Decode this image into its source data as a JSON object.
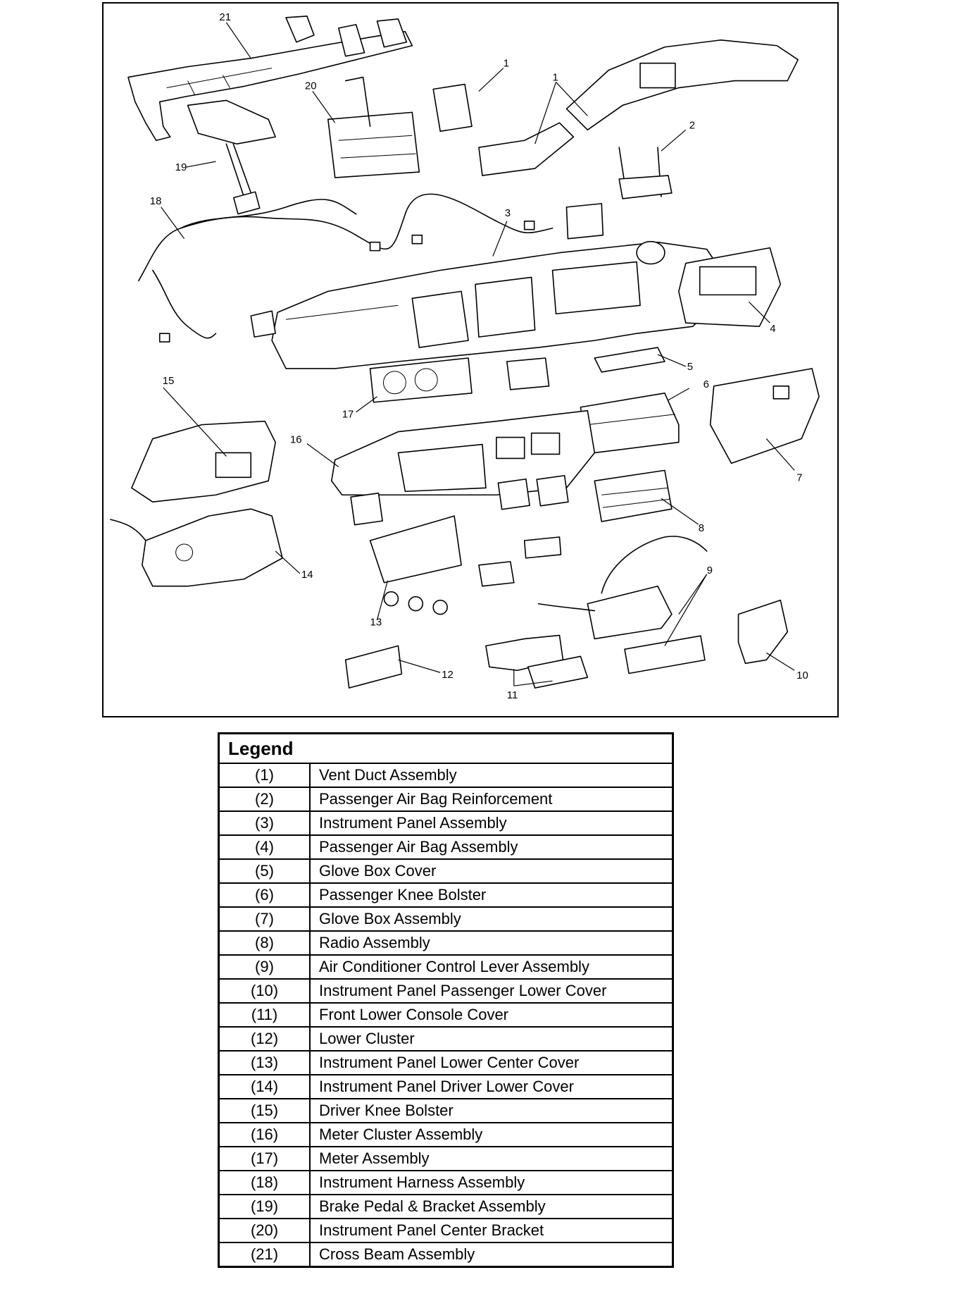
{
  "diagram": {
    "callouts": [
      "1",
      "1",
      "2",
      "3",
      "4",
      "5",
      "6",
      "7",
      "8",
      "9",
      "10",
      "11",
      "12",
      "13",
      "14",
      "15",
      "16",
      "17",
      "18",
      "19",
      "20",
      "21"
    ]
  },
  "legend": {
    "title": "Legend",
    "rows": [
      {
        "num": "(1)",
        "label": "Vent Duct Assembly"
      },
      {
        "num": "(2)",
        "label": "Passenger Air Bag Reinforcement"
      },
      {
        "num": "(3)",
        "label": "Instrument Panel Assembly"
      },
      {
        "num": "(4)",
        "label": "Passenger Air Bag Assembly"
      },
      {
        "num": "(5)",
        "label": "Glove Box Cover"
      },
      {
        "num": "(6)",
        "label": "Passenger Knee Bolster"
      },
      {
        "num": "(7)",
        "label": "Glove Box Assembly"
      },
      {
        "num": "(8)",
        "label": "Radio Assembly"
      },
      {
        "num": "(9)",
        "label": "Air Conditioner Control Lever Assembly"
      },
      {
        "num": "(10)",
        "label": "Instrument Panel Passenger Lower Cover"
      },
      {
        "num": "(11)",
        "label": "Front Lower Console Cover"
      },
      {
        "num": "(12)",
        "label": "Lower Cluster"
      },
      {
        "num": "(13)",
        "label": "Instrument Panel Lower Center Cover"
      },
      {
        "num": "(14)",
        "label": "Instrument Panel Driver Lower Cover"
      },
      {
        "num": "(15)",
        "label": "Driver Knee Bolster"
      },
      {
        "num": "(16)",
        "label": "Meter Cluster Assembly"
      },
      {
        "num": "(17)",
        "label": "Meter Assembly"
      },
      {
        "num": "(18)",
        "label": "Instrument Harness Assembly"
      },
      {
        "num": "(19)",
        "label": "Brake Pedal & Bracket Assembly"
      },
      {
        "num": "(20)",
        "label": "Instrument Panel Center Bracket"
      },
      {
        "num": "(21)",
        "label": "Cross Beam Assembly"
      }
    ]
  }
}
